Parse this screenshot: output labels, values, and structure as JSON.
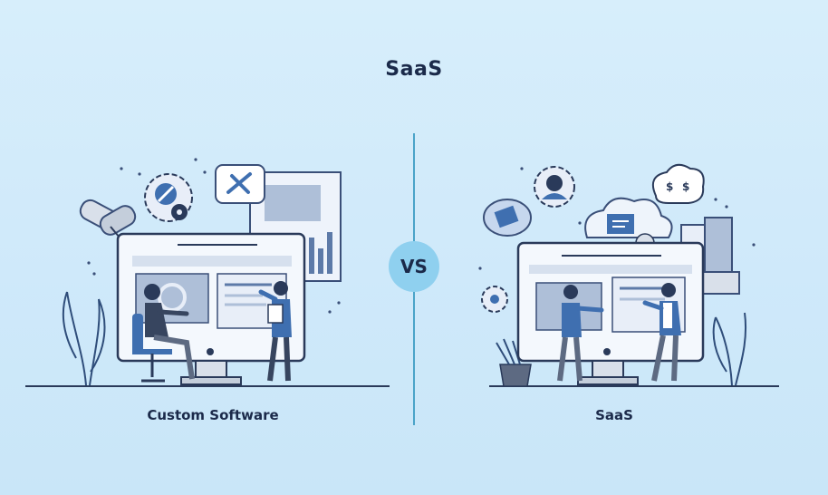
{
  "title": "SaaS",
  "vs_label": "VS",
  "left_caption": "Custom Software",
  "right_caption": "SaaS",
  "icons": {
    "left": [
      "gear-icon",
      "rocket-icon",
      "tools-icon",
      "document-icon",
      "plug-icon",
      "plant-icon"
    ],
    "right": [
      "user-avatar-icon",
      "cloud-icon",
      "dollar-cloud-icon",
      "puzzle-icon",
      "building-icon",
      "plant-icon"
    ]
  },
  "colors": {
    "background": "#d7eefb",
    "divider": "#4aa3c8",
    "vs_circle": "#8fd0ef",
    "ink": "#1b2a4a",
    "accent": "#3f6fb0"
  }
}
